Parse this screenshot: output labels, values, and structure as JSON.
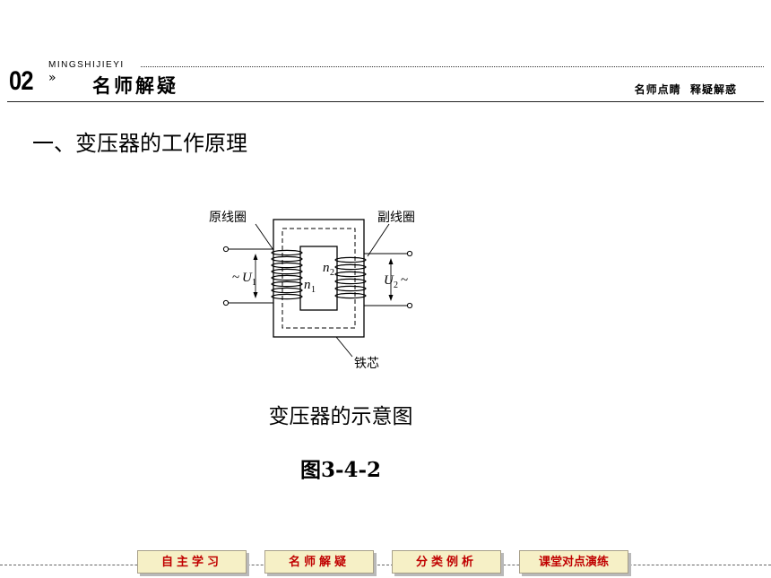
{
  "header": {
    "number": "02",
    "arrow": "»",
    "pinyin": "MINGSHIJIEYI",
    "title": "名师解疑",
    "right_text": "名师点睛  释疑解惑"
  },
  "section": {
    "heading": "一、变压器的工作原理"
  },
  "figure": {
    "primary_label": "原线圈",
    "secondary_label": "副线圈",
    "core_label": "铁芯",
    "u1_symbol": "U",
    "u1_sub": "1",
    "u2_symbol": "U",
    "u2_sub": "2",
    "n1_symbol": "n",
    "n1_sub": "1",
    "n2_symbol": "n",
    "n2_sub": "2",
    "tilde": "~",
    "caption": "变压器的示意图",
    "number": "图3-4-2"
  },
  "footer": {
    "buttons": [
      "自主学习",
      "名师解疑",
      "分类例析",
      "课堂对点演练"
    ]
  }
}
